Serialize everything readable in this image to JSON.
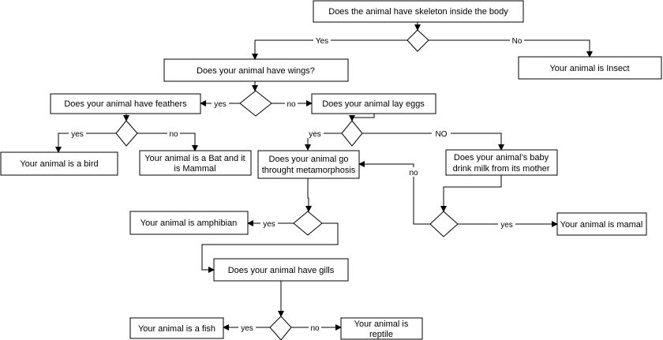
{
  "nodes": {
    "q_skeleton": "Does the animal have skeleton inside the body",
    "insect": "Your animal is Insect",
    "q_wings": "Does your animal have wings?",
    "q_feathers": "Does your animal have feathers",
    "q_lay_eggs": "Does your animal lay eggs",
    "bird": "Your animal is a bird",
    "bat_line1": "Your animal is a Bat and it",
    "bat_line2": "is Mammal",
    "q_metamorphosis_line1": "Does your animal go",
    "q_metamorphosis_line2": "throught metamorphosis",
    "q_milk_line1": "Does your animal’s baby",
    "q_milk_line2": "drink milk from its mother",
    "amphibian": "Your animal is amphibian",
    "mamal": "Your animal is mamal",
    "q_gills": "Does your animal have gills",
    "fish": "Your animal is a fish",
    "reptile_line1": "Your animal is",
    "reptile_line2": "reptile"
  },
  "edge_labels": {
    "skeleton_yes": "Yes",
    "skeleton_no": "No",
    "wings_yes": "yes",
    "wings_no": "no",
    "feathers_yes": "yes",
    "feathers_no": "no",
    "eggs_yes": "yes",
    "eggs_no": "NO",
    "metamorphosis_yes": "yes",
    "milk_no": "no",
    "milk_yes": "yes",
    "gills_yes": "yes",
    "gills_no": "no"
  }
}
